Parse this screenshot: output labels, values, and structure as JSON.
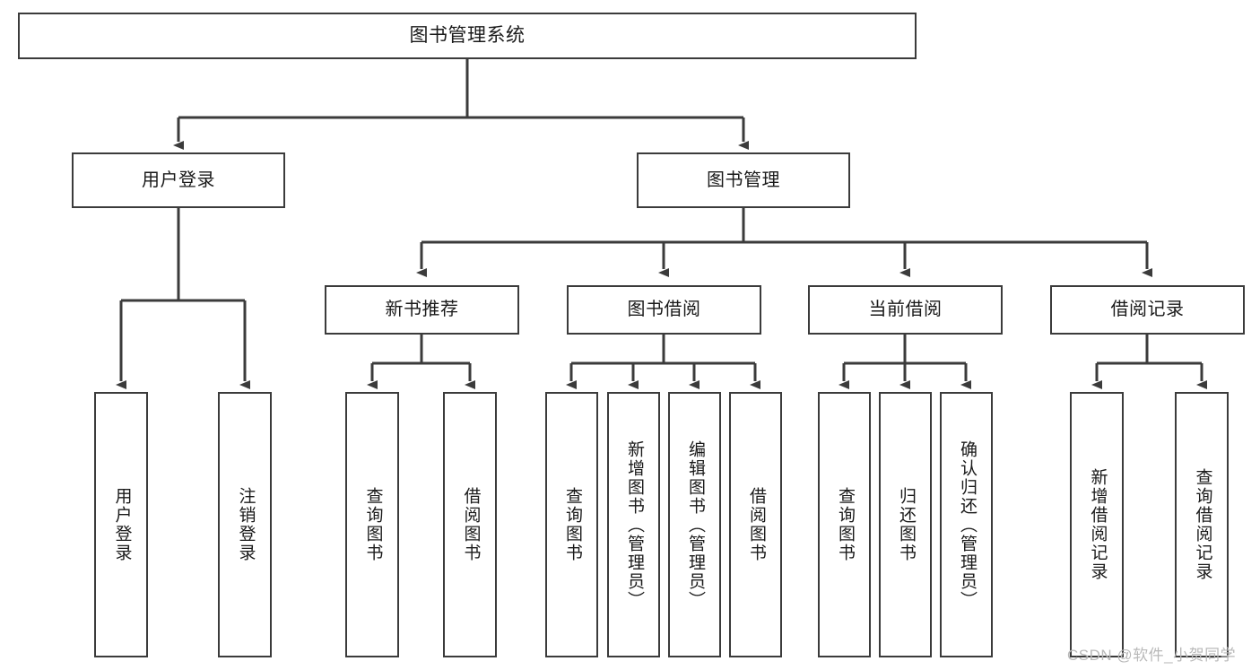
{
  "diagram": {
    "type": "hierarchy-tree",
    "title": "图书管理系统",
    "watermark": "CSDN @软件_小贺同学",
    "colors": {
      "box_border": "#3b3b3b",
      "box_fill": "#ffffff",
      "edge": "#3b3b3b",
      "text": "#1a1a1a",
      "watermark": "#b9b9b9"
    },
    "nodes": {
      "root": {
        "label": "图书管理系统"
      },
      "level2": [
        {
          "label": "用户登录"
        },
        {
          "label": "图书管理"
        }
      ],
      "level3": [
        {
          "label": "新书推荐"
        },
        {
          "label": "图书借阅"
        },
        {
          "label": "当前借阅"
        },
        {
          "label": "借阅记录"
        }
      ],
      "leaves": {
        "user_login": [
          {
            "label": "用户登录"
          },
          {
            "label": "注销登录"
          }
        ],
        "new_book_recommend": [
          {
            "label": "查询图书"
          },
          {
            "label": "借阅图书"
          }
        ],
        "book_borrow": [
          {
            "label": "查询图书"
          },
          {
            "label": "新增图书（管理员）"
          },
          {
            "label": "编辑图书（管理员）"
          },
          {
            "label": "借阅图书"
          }
        ],
        "current_borrow": [
          {
            "label": "查询图书"
          },
          {
            "label": "归还图书"
          },
          {
            "label": "确认归还（管理员）"
          }
        ],
        "borrow_records": [
          {
            "label": "新增借阅记录"
          },
          {
            "label": "查询借阅记录"
          }
        ]
      }
    }
  }
}
